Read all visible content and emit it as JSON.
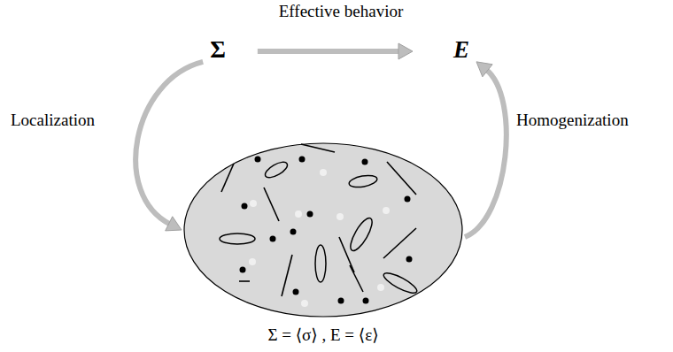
{
  "diagram": {
    "nodes": [
      {
        "text": [
          "Σ"
        ]
      },
      {
        "text": [
          "E"
        ]
      },
      {
        "text": [
          "Σ = ⟨σ⟩ , E = ⟨ε⟩"
        ]
      }
    ],
    "edges": [
      {
        "from": 0,
        "to": 1,
        "label": "Effective behavior",
        "arrow": "to"
      },
      {
        "from": 0,
        "to": 2,
        "label": "Localization",
        "arrow": "to"
      },
      {
        "from": 2,
        "to": 1,
        "label": "Homogenization",
        "arrow": "to"
      }
    ]
  }
}
